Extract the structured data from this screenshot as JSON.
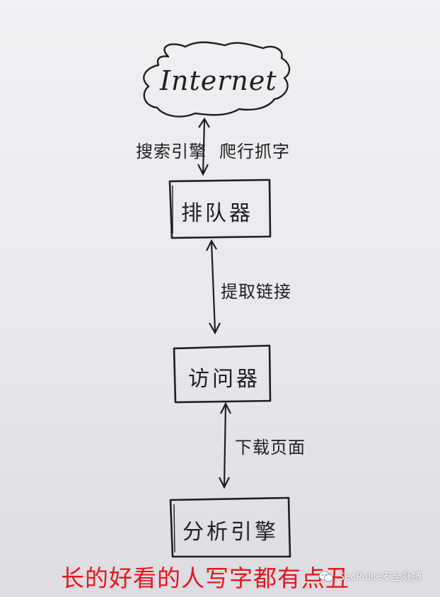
{
  "diagram": {
    "cloud": {
      "label": "Internet"
    },
    "edges": [
      {
        "from": "cloud",
        "to": "queue",
        "labels": [
          "搜索引擎",
          "爬行抓字"
        ]
      },
      {
        "from": "queue",
        "to": "visitor",
        "labels": [
          "提取链接"
        ]
      },
      {
        "from": "visitor",
        "to": "analyzer",
        "labels": [
          "下载页面"
        ]
      }
    ],
    "nodes": [
      {
        "id": "queue",
        "label": "排队器"
      },
      {
        "id": "visitor",
        "label": "访问器"
      },
      {
        "id": "analyzer",
        "label": "分析引擎"
      }
    ]
  },
  "caption": "长的好看的人写字都有点丑",
  "watermark": {
    "text": "SecPulse安全脉搏",
    "icon": "wechat-icon"
  },
  "colors": {
    "ink": "#1f1f1f",
    "caption": "#e8161b",
    "paper": "#ececf0"
  }
}
